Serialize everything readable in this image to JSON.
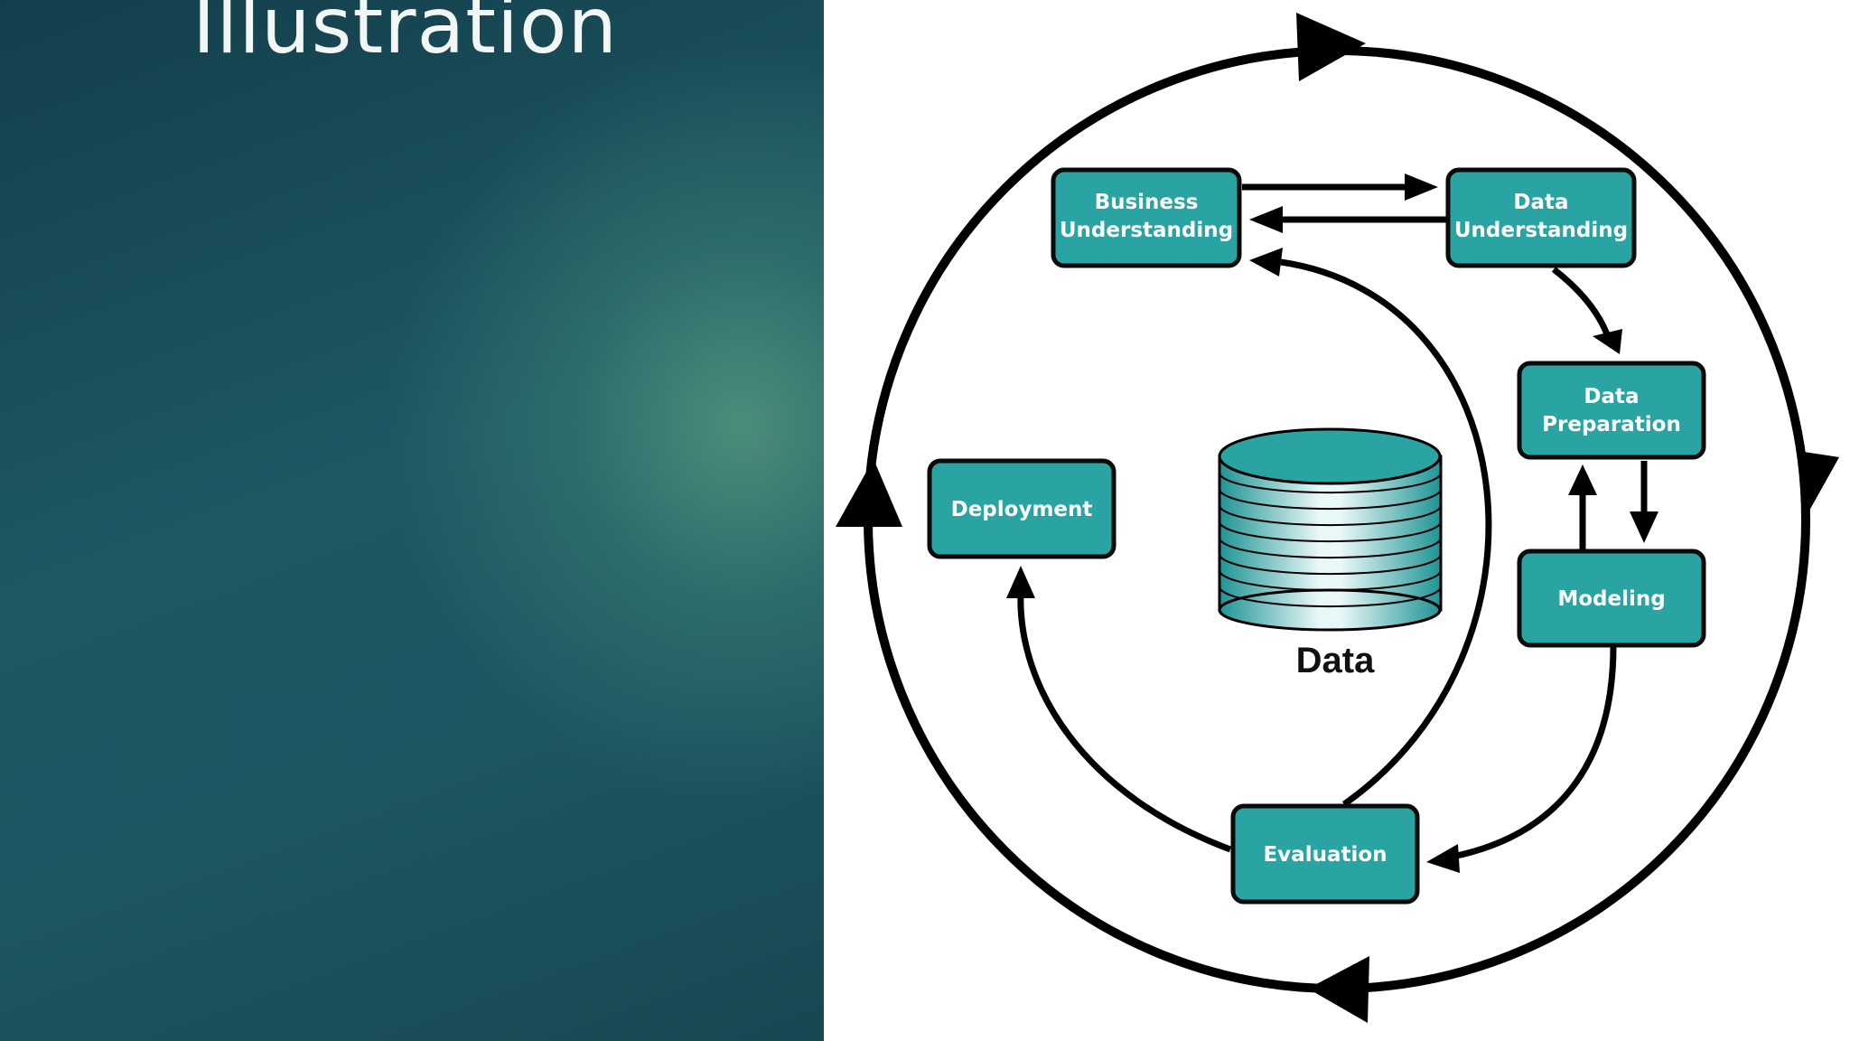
{
  "slide": {
    "title": "Illustration"
  },
  "diagram": {
    "colors": {
      "box_fill": "#2aa3a3",
      "box_stroke": "#0a0a0a",
      "arrow": "#000000",
      "cylinder": "#2aa3a3"
    },
    "phases": {
      "business_understanding": [
        "Business",
        "Understanding"
      ],
      "data_understanding": [
        "Data",
        "Understanding"
      ],
      "data_preparation": [
        "Data",
        "Preparation"
      ],
      "modeling": [
        "Modeling"
      ],
      "evaluation": [
        "Evaluation"
      ],
      "deployment": [
        "Deployment"
      ]
    },
    "data_store_label": "Data"
  }
}
